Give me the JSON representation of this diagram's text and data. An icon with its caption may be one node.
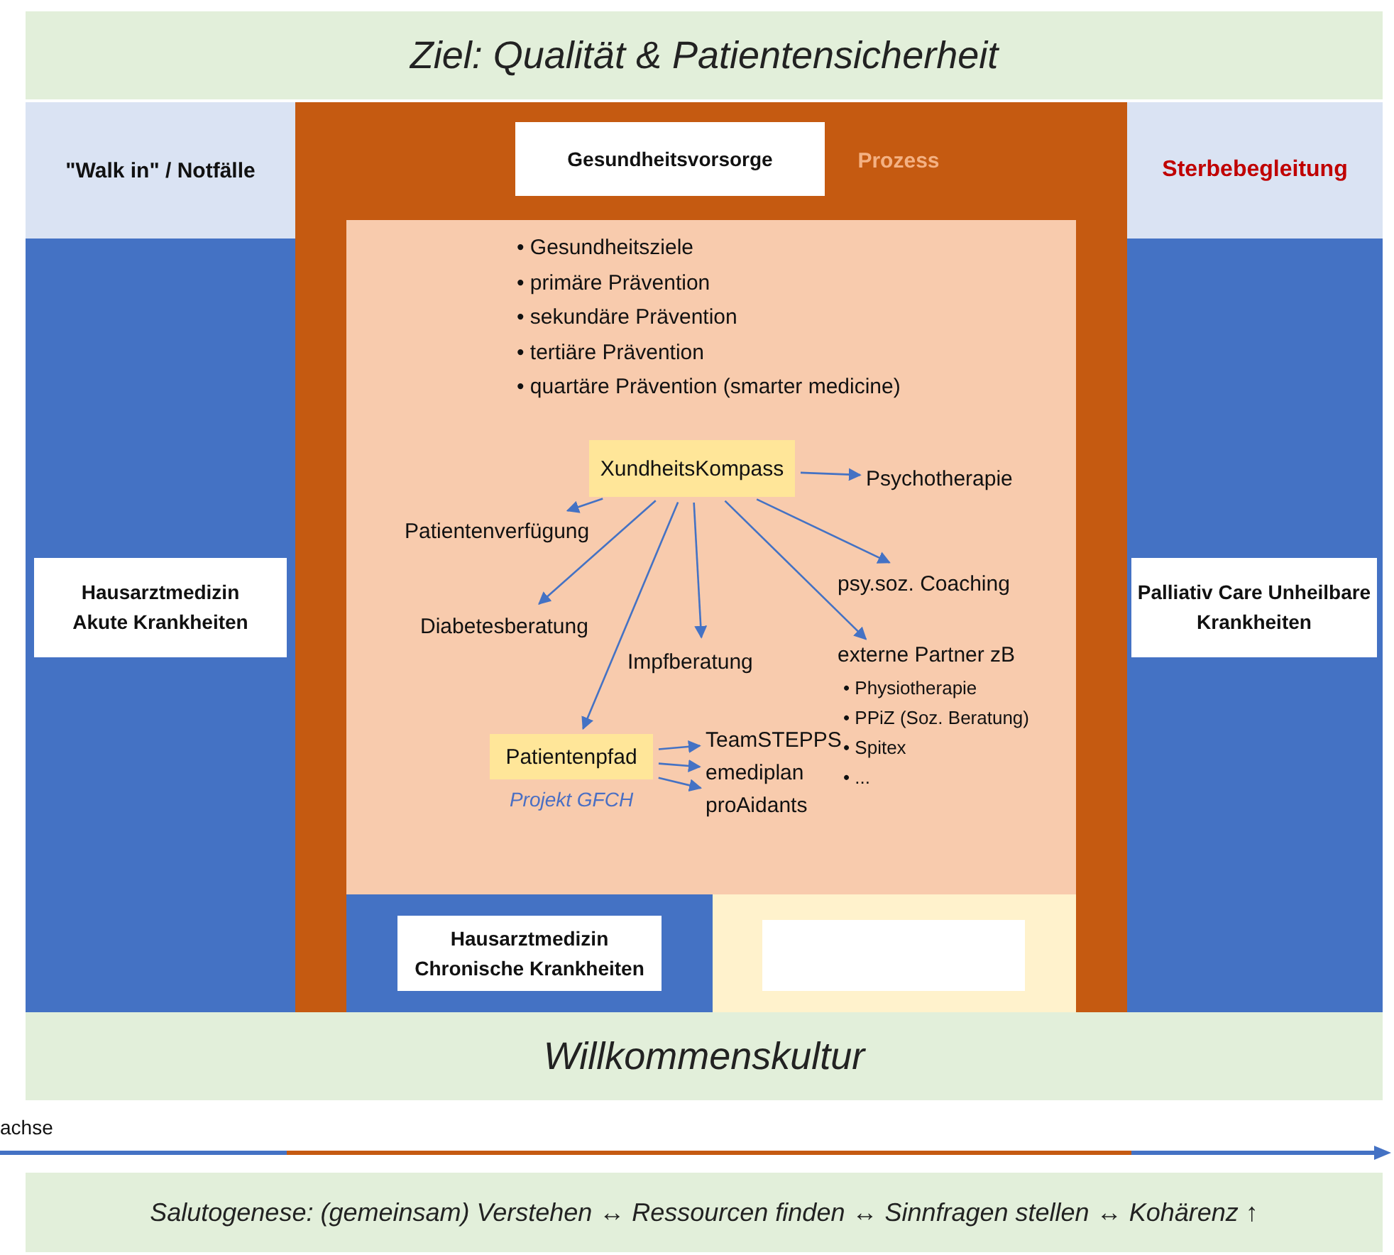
{
  "diagram": {
    "nodes": [
      {
        "text": [
          "Ziel: Qualität & Patientensicherheit"
        ]
      },
      {
        "text": [
          "\"Walk in\" / Notfälle"
        ]
      },
      {
        "text": [
          "Sterbebegleitung"
        ]
      },
      {
        "text": [],
        "shape": "box"
      },
      {
        "text": [
          "Hausarztmedizin Akute Krankheiten"
        ],
        "in": 3
      },
      {
        "text": [],
        "shape": "box"
      },
      {
        "text": [
          "Gesundheitsvorsorge"
        ],
        "in": 5,
        "beside": [
          "Prozess"
        ]
      },
      {
        "text": [
          "• Gesundheitsziele",
          "• primäre Prävention",
          "• sekundäre Prävention",
          "• tertiäre Prävention",
          "• quartäre Prävention (smarter medicine)"
        ],
        "in": 5
      },
      {
        "text": [
          "XundheitsKompass"
        ],
        "in": 7
      },
      {
        "text": [
          "Psychotherapie"
        ],
        "in": 7
      },
      {
        "text": [
          "Patientenverfügung"
        ],
        "in": 7
      },
      {
        "text": [
          "psy.soz. Coaching"
        ],
        "in": 7
      },
      {
        "text": [
          "Diabetesberatung"
        ],
        "in": 7
      },
      {
        "text": [
          "Impfberatung"
        ],
        "in": 7
      },
      {
        "text": [
          "externe Partner zB",
          "• Physiotherapie",
          "• PPiZ (Soz. Beratung)",
          "• Spitex",
          "• ..."
        ],
        "in": 7
      },
      {
        "text": [
          "Patientenpfad"
        ],
        "in": 7,
        "beside": [
          "Projekt GFCH"
        ]
      },
      {
        "text": [
          "TeamSTEPPS"
        ],
        "in": 7
      },
      {
        "text": [
          "emediplan"
        ],
        "in": 7
      },
      {
        "text": [
          "proAidants"
        ],
        "in": 7
      },
      {
        "text": [],
        "shape": "box",
        "in": 5
      },
      {
        "text": [
          "Hausarztmedizin Chronische Krankheiten"
        ],
        "in": 19
      },
      {
        "text": [],
        "shape": "box",
        "in": 5
      },
      {
        "text": [],
        "shape": "box",
        "in": 21
      },
      {
        "text": [],
        "shape": "box"
      },
      {
        "text": [
          "Palliativ Care Unheilbare Krankheiten"
        ],
        "in": 23
      },
      {
        "text": [
          "Willkommenskultur"
        ]
      },
      {
        "text": [
          "Salutogenese: (gemeinsam) Verstehen ↔ Ressourcen finden ↔ Sinnfragen stellen ↔ Kohärenz ↑"
        ]
      }
    ],
    "edges": [
      {
        "from": 8,
        "to": 10,
        "arrow": "to"
      },
      {
        "from": 8,
        "to": 12,
        "arrow": "to"
      },
      {
        "from": 8,
        "to": 15,
        "arrow": "to"
      },
      {
        "from": 8,
        "to": 13,
        "arrow": "to"
      },
      {
        "from": 8,
        "to": 14,
        "arrow": "to"
      },
      {
        "from": 8,
        "to": 11,
        "arrow": "to"
      },
      {
        "from": 8,
        "to": 9,
        "arrow": "to"
      },
      {
        "from": 15,
        "to": 16,
        "arrow": "to"
      },
      {
        "from": 15,
        "to": 17,
        "arrow": "to"
      },
      {
        "from": 15,
        "to": 18,
        "arrow": "to"
      }
    ],
    "labels": [
      "achse"
    ]
  }
}
